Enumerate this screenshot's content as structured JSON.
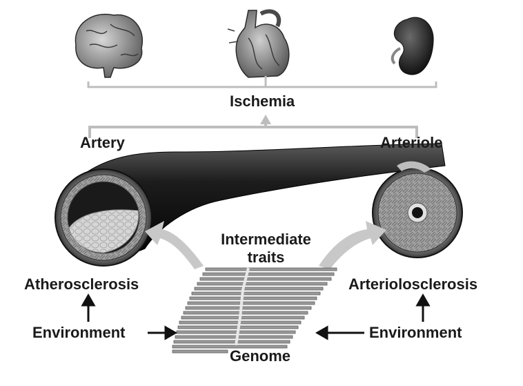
{
  "labels": {
    "ischemia": "Ischemia",
    "artery": "Artery",
    "arteriole": "Arteriole",
    "intermediate_line1": "Intermediate",
    "intermediate_line2": "traits",
    "atherosclerosis": "Atherosclerosis",
    "arteriolosclerosis": "Arteriolosclerosis",
    "environment_left": "Environment",
    "environment_right": "Environment",
    "genome": "Genome"
  },
  "organs": [
    "brain-icon",
    "heart-icon",
    "kidney-icon"
  ],
  "colors": {
    "vessel": "#111111",
    "connector": "#bdbdbd",
    "arrow_fill": "#c8c8c8",
    "genome_strand": "#9a9a9a",
    "text": "#1a1a1a"
  }
}
